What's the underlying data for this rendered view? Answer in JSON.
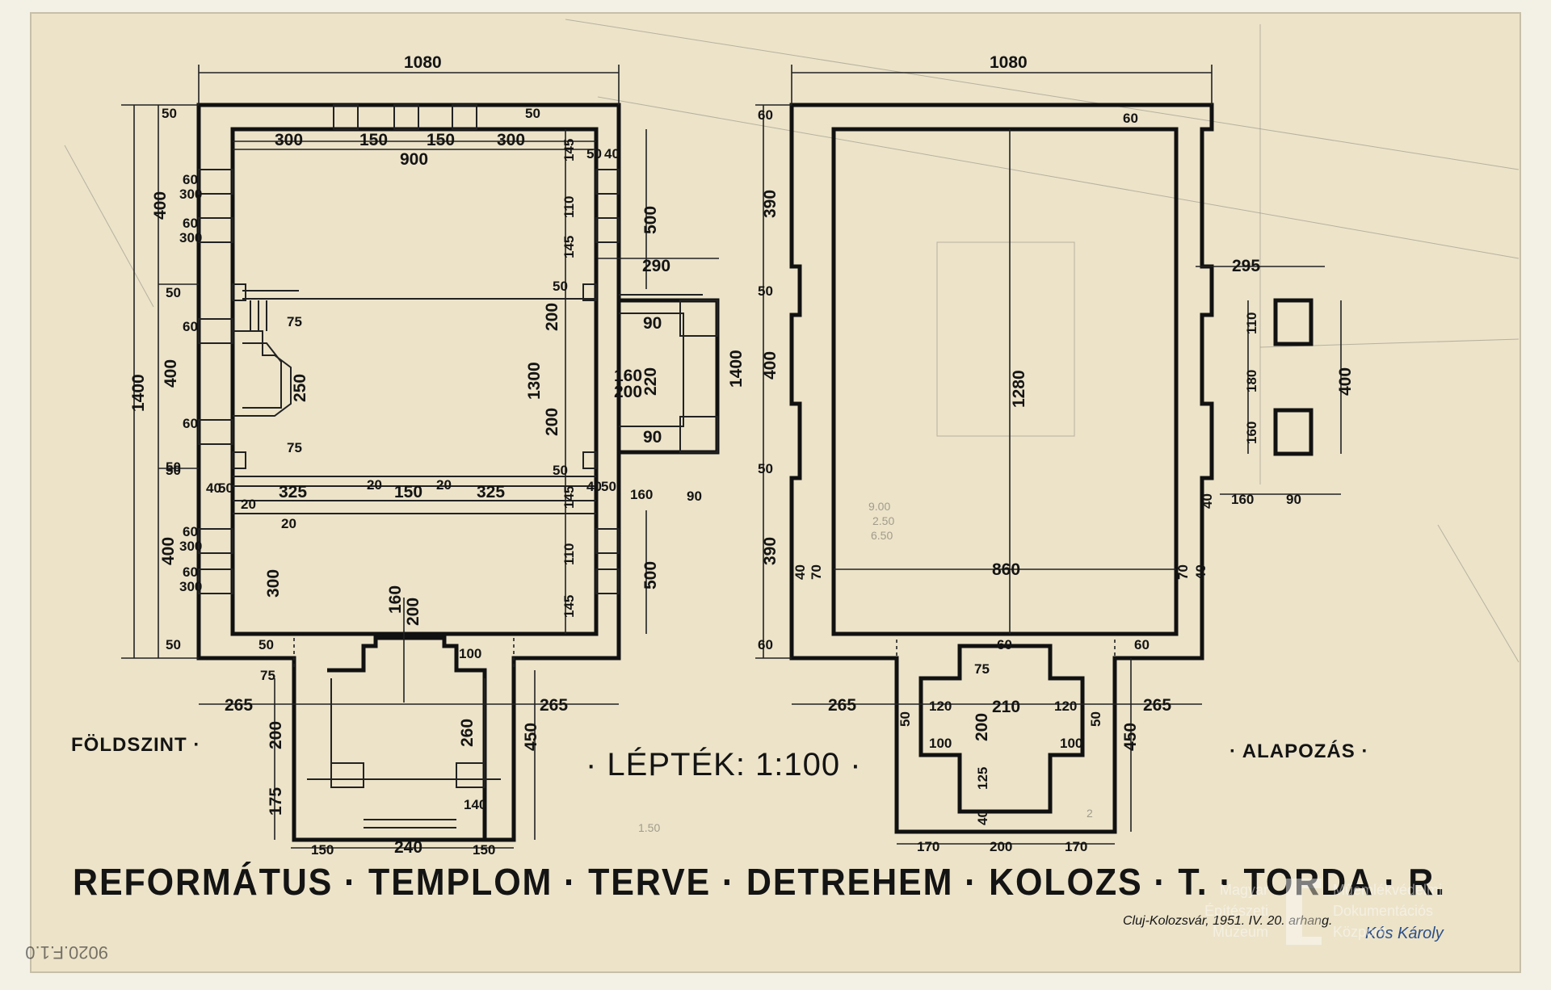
{
  "sheet": {
    "title": "REFORMÁTUS · TEMPLOM · TERVE · DETREHEM · KOLOZS · T. · TORDA · R.",
    "scale": "· LÉPTÉK: 1:100 ·",
    "ground_floor_label": "FÖLDSZINT ·",
    "foundation_label": "· ALAPOZÁS ·",
    "place_date": "Cluj-Kolozsvár, 1951. IV. 20. arhang.",
    "signature": "Kós Károly",
    "archive_number": "9020.F.1.0",
    "stamp_text": [
      "Magyar",
      "Építészeti",
      "Múzeum",
      "Műemlékvédelmi",
      "Dokumentációs",
      "Központ"
    ]
  },
  "ground_floor_plan": {
    "dims_top": [
      "1080",
      "50",
      "300",
      "150",
      "150",
      "300",
      "50",
      "900"
    ],
    "dims_left": [
      "50",
      "400",
      "50",
      "1400",
      "400",
      "50",
      "400",
      "50"
    ],
    "dims_windows_left": [
      "60",
      "300",
      "60",
      "300",
      "60",
      "60",
      "60",
      "300",
      "60",
      "300"
    ],
    "dims_right": [
      "145",
      "110",
      "145",
      "50",
      "200",
      "1300",
      "200",
      "50",
      "145",
      "110",
      "145",
      "500",
      "500"
    ],
    "dims_right_tiny": [
      "50",
      "40",
      "40",
      "50",
      "40",
      "50"
    ],
    "dims_interior": [
      "75",
      "250",
      "75",
      "325",
      "20",
      "150",
      "20",
      "325",
      "20",
      "20",
      "300"
    ],
    "dims_annex": [
      "290",
      "90",
      "160",
      "200",
      "220",
      "90",
      "1400",
      "160",
      "90"
    ],
    "dims_entrance": [
      "160",
      "200",
      "50",
      "100",
      "75",
      "265",
      "265",
      "200",
      "260",
      "450",
      "175",
      "140",
      "150",
      "240",
      "150"
    ]
  },
  "foundation_plan": {
    "dims_top": [
      "1080",
      "60",
      "60"
    ],
    "dims_left": [
      "390",
      "50",
      "400",
      "50",
      "390",
      "60"
    ],
    "dims_tiny": [
      "40",
      "70",
      "70",
      "40",
      "60"
    ],
    "dims_interior": [
      "1280",
      "860"
    ],
    "dims_right": [
      "295",
      "110",
      "180",
      "160",
      "400",
      "40",
      "160",
      "90"
    ],
    "dims_entrance": [
      "60",
      "75",
      "265",
      "50",
      "120",
      "210",
      "120",
      "50",
      "265",
      "100",
      "200",
      "100",
      "125",
      "450",
      "40",
      "170",
      "200",
      "170"
    ]
  },
  "faint_notes": [
    "9.00",
    "2.50",
    "6.50",
    "1.50",
    "2"
  ]
}
